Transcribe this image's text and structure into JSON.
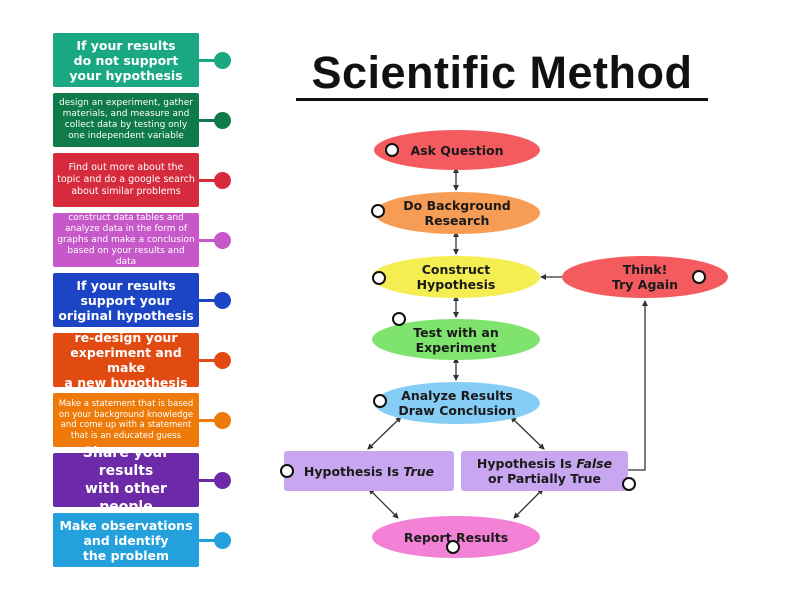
{
  "title": "Scientific Method",
  "cards": [
    {
      "text": "If your results\ndo not support\nyour hypothesis",
      "color": "#1aa883"
    },
    {
      "text": "design an experiment, gather\nmaterials, and measure and\ncollect data by testing only\none independent variable",
      "color": "#0f7a4a"
    },
    {
      "text": "Find out more about the\ntopic and do a google search\nabout similar problems",
      "color": "#d62b3d"
    },
    {
      "text": "construct data tables and\nanalyze data in the form of\ngraphs and make a conclusion\nbased on your results and data",
      "color": "#c658c9"
    },
    {
      "text": "If your results\nsupport your\noriginal hypothesis",
      "color": "#1b45c4"
    },
    {
      "text": "re-design your\nexperiment and make\na new hypothesis",
      "color": "#e14a10"
    },
    {
      "text": "Make a statement that is based\non your background knowledge\nand come up with a statement\nthat is an educated guess",
      "color": "#ee7a09"
    },
    {
      "text": "Share your results\nwith other people",
      "color": "#6d2aa8"
    },
    {
      "text": "Make observations\nand identify\nthe problem",
      "color": "#24a1dc"
    }
  ],
  "flowchart": {
    "ask": "Ask Question",
    "background": "Do Background\nResearch",
    "construct": "Construct\nHypothesis",
    "think": "Think!\nTry Again",
    "test": "Test with an\nExperiment",
    "analyze": "Analyze Results\nDraw Conclusion",
    "true_pre": "Hypothesis Is ",
    "true_em": "True",
    "false_pre": "Hypothesis Is ",
    "false_em": "False",
    "false_post": "\nor Partially True",
    "report": "Report Results"
  },
  "colors": {
    "ask": "#f35b5f",
    "background": "#f79c54",
    "construct": "#f4ee52",
    "think": "#f35b5f",
    "test": "#7fe46e",
    "analyze": "#86cdf5",
    "hypothesis": "#c8a6f0",
    "report": "#f382d6",
    "arrow": "#333333"
  }
}
